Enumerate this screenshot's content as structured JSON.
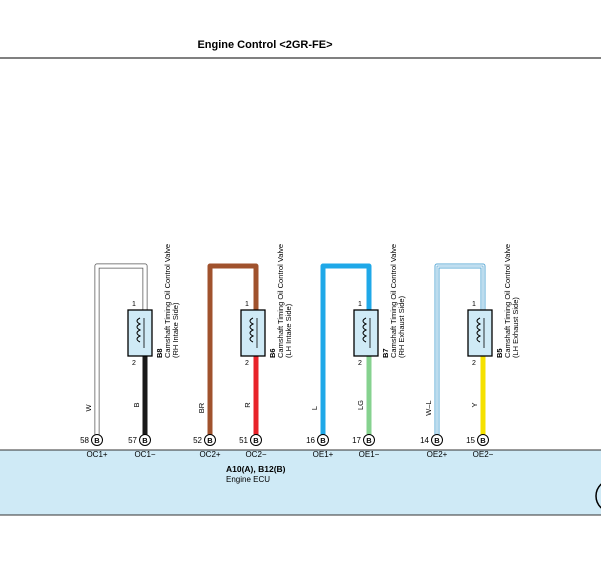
{
  "title": "Engine Control <2GR-FE>",
  "ecu": {
    "connector": "A10(A), B12(B)",
    "name": "Engine ECU",
    "fill": "#cfeaf6"
  },
  "valves": [
    {
      "ref": "B8",
      "name": "Camshaft Timing Oil Control Valve",
      "side": "(RH Intake Side)",
      "pin_top": "1",
      "pin_bottom": "2",
      "wire_top": {
        "label": "W",
        "color": "#ffffff",
        "style": "white"
      },
      "wire_bottom": {
        "label": "B",
        "color": "#1a1a1a",
        "style": "solid"
      },
      "ecu_pin_top": {
        "num": "58",
        "conn": "B",
        "signal": "OC1+"
      },
      "ecu_pin_bottom": {
        "num": "57",
        "conn": "B",
        "signal": "OC1−"
      }
    },
    {
      "ref": "B6",
      "name": "Camshaft Timing Oil Control Valve",
      "side": "(LH Intake Side)",
      "pin_top": "1",
      "pin_bottom": "2",
      "wire_top": {
        "label": "BR",
        "color": "#a0522d",
        "style": "solid"
      },
      "wire_bottom": {
        "label": "R",
        "color": "#e8232a",
        "style": "solid"
      },
      "ecu_pin_top": {
        "num": "52",
        "conn": "B",
        "signal": "OC2+"
      },
      "ecu_pin_bottom": {
        "num": "51",
        "conn": "B",
        "signal": "OC2−"
      }
    },
    {
      "ref": "B7",
      "name": "Camshaft Timing Oil Control Valve",
      "side": "(RH Exhaust Side)",
      "pin_top": "1",
      "pin_bottom": "2",
      "wire_top": {
        "label": "L",
        "color": "#1fa8e8",
        "style": "solid"
      },
      "wire_bottom": {
        "label": "LG",
        "color": "#86d28f",
        "style": "solid"
      },
      "ecu_pin_top": {
        "num": "16",
        "conn": "B",
        "signal": "OE1+"
      },
      "ecu_pin_bottom": {
        "num": "17",
        "conn": "B",
        "signal": "OE1−"
      }
    },
    {
      "ref": "B5",
      "name": "Camshaft Timing Oil Control Valve",
      "side": "(LH Exhaust Side)",
      "pin_top": "1",
      "pin_bottom": "2",
      "wire_top": {
        "label": "W–L",
        "color": "#5aa8d6",
        "style": "striped"
      },
      "wire_bottom": {
        "label": "Y",
        "color": "#f5e100",
        "style": "solid"
      },
      "ecu_pin_top": {
        "num": "14",
        "conn": "B",
        "signal": "OE2+"
      },
      "ecu_pin_bottom": {
        "num": "15",
        "conn": "B",
        "signal": "OE2−"
      }
    }
  ]
}
